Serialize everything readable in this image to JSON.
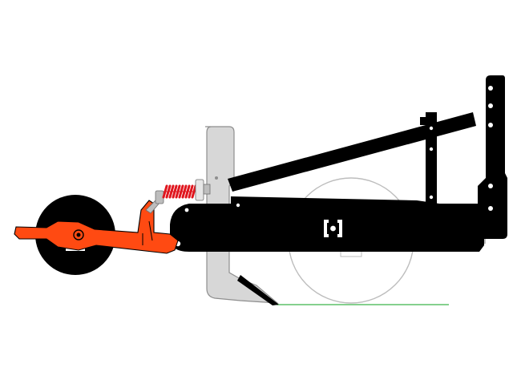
{
  "diagram": {
    "labels": [],
    "colors": {
      "frame": "#000000",
      "arm": "#ff4a12",
      "spring": "#e0161e",
      "shank": "#d7d7d7",
      "shank_stroke": "#8e8e8e",
      "wheel_outline": "#bdbdbd",
      "ground": "#3cb44b",
      "background": "#ffffff"
    },
    "parts": [
      {
        "name": "toolbar-frame",
        "kind": "main-beam"
      },
      {
        "name": "hitch-mast",
        "kind": "rear-plate"
      },
      {
        "name": "top-link",
        "kind": "diagonal-strut"
      },
      {
        "name": "ripper-shank",
        "kind": "shank"
      },
      {
        "name": "gauge-wheel",
        "kind": "wheel"
      },
      {
        "name": "depth-wheel",
        "kind": "wheel"
      },
      {
        "name": "coil-spring",
        "kind": "spring"
      },
      {
        "name": "pivot-arm",
        "kind": "arm"
      },
      {
        "name": "ground-line",
        "kind": "line"
      }
    ]
  }
}
